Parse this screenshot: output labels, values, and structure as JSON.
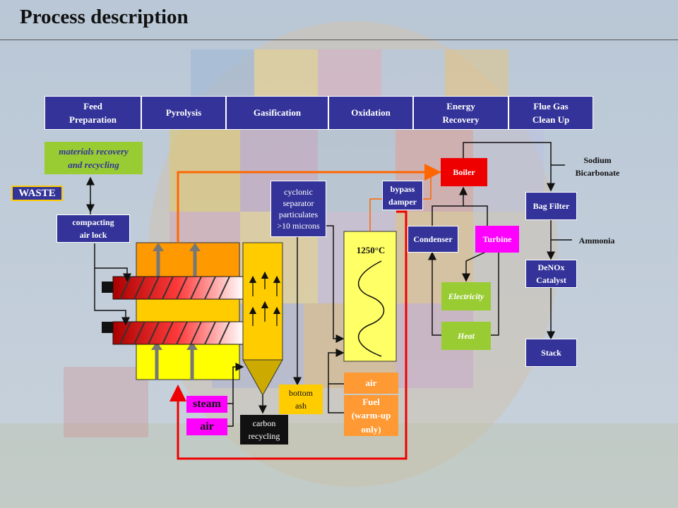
{
  "page": {
    "title": "Process description"
  },
  "stages": [
    "Feed\nPreparation",
    "Pyrolysis",
    "Gasification",
    "Oxidation",
    "Energy\nRecovery",
    "Flue Gas\nClean Up"
  ],
  "feed": {
    "materials_recovery": "materials recovery\nand recycling",
    "waste": "WASTE",
    "compacting": "compacting\nair lock"
  },
  "separator": {
    "cyclonic": "cyclonic\nseparator\nparticulates\n>10 microns",
    "bottom_ash": "bottom\nash",
    "carbon_recycling": "carbon\nrecycling"
  },
  "inputs": {
    "steam": "steam",
    "air": "air"
  },
  "oxidizer": {
    "bypass_damper": "bypass\ndamper",
    "temperature": "1250°C",
    "air": "air",
    "fuel": "Fuel\n(warm-up\nonly)"
  },
  "energy": {
    "boiler": "Boiler",
    "condenser": "Condenser",
    "turbine": "Turbine",
    "electricity": "Electricity",
    "heat": "Heat"
  },
  "cleanup": {
    "sodium_bicarbonate": "Sodium\nBicarbonate",
    "bag_filter": "Bag Filter",
    "ammonia": "Ammonia",
    "denox": "DeNOx\nCatalyst",
    "stack": "Stack"
  },
  "colors": {
    "navy": "#333399",
    "green": "#99cc33",
    "magenta": "#ff00ff",
    "orange": "#ff9933",
    "red": "#ee0000",
    "yellow": "#ffcc00"
  }
}
